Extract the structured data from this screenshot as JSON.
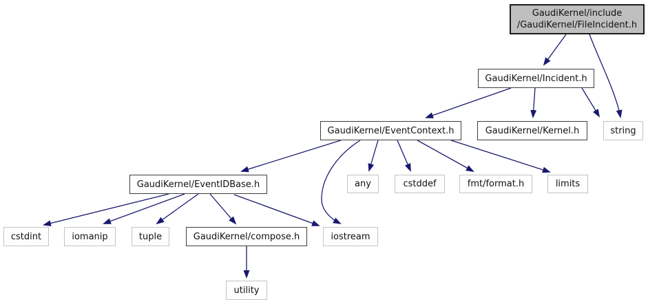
{
  "diagram": {
    "kind": "include-dependency-graph",
    "colors": {
      "arrow": "#191970",
      "main_node_fill": "#bfbfbf",
      "project_node_border": "#3d3d3d",
      "external_node_border": "#c3c3c3",
      "background": "#ffffff"
    },
    "nodes": {
      "fileincident": {
        "line1": "GaudiKernel/include",
        "line2": "/GaudiKernel/FileIncident.h"
      },
      "incident": {
        "label": "GaudiKernel/Incident.h"
      },
      "eventcontext": {
        "label": "GaudiKernel/EventContext.h"
      },
      "kernel": {
        "label": "GaudiKernel/Kernel.h"
      },
      "string": {
        "label": "string"
      },
      "eventidbase": {
        "label": "GaudiKernel/EventIDBase.h"
      },
      "any": {
        "label": "any"
      },
      "cstddef": {
        "label": "cstddef"
      },
      "fmtformat": {
        "label": "fmt/format.h"
      },
      "limits": {
        "label": "limits"
      },
      "cstdint": {
        "label": "cstdint"
      },
      "iomanip": {
        "label": "iomanip"
      },
      "tuple": {
        "label": "tuple"
      },
      "compose": {
        "label": "GaudiKernel/compose.h"
      },
      "iostream": {
        "label": "iostream"
      },
      "utility": {
        "label": "utility"
      }
    },
    "edges": [
      {
        "from": "fileincident",
        "to": "incident"
      },
      {
        "from": "fileincident",
        "to": "string"
      },
      {
        "from": "incident",
        "to": "eventcontext"
      },
      {
        "from": "incident",
        "to": "kernel"
      },
      {
        "from": "incident",
        "to": "string"
      },
      {
        "from": "eventcontext",
        "to": "eventidbase"
      },
      {
        "from": "eventcontext",
        "to": "any"
      },
      {
        "from": "eventcontext",
        "to": "cstddef"
      },
      {
        "from": "eventcontext",
        "to": "fmtformat"
      },
      {
        "from": "eventcontext",
        "to": "limits"
      },
      {
        "from": "eventcontext",
        "to": "iostream"
      },
      {
        "from": "eventidbase",
        "to": "cstdint"
      },
      {
        "from": "eventidbase",
        "to": "iomanip"
      },
      {
        "from": "eventidbase",
        "to": "tuple"
      },
      {
        "from": "eventidbase",
        "to": "compose"
      },
      {
        "from": "eventidbase",
        "to": "iostream"
      },
      {
        "from": "compose",
        "to": "utility"
      }
    ]
  }
}
